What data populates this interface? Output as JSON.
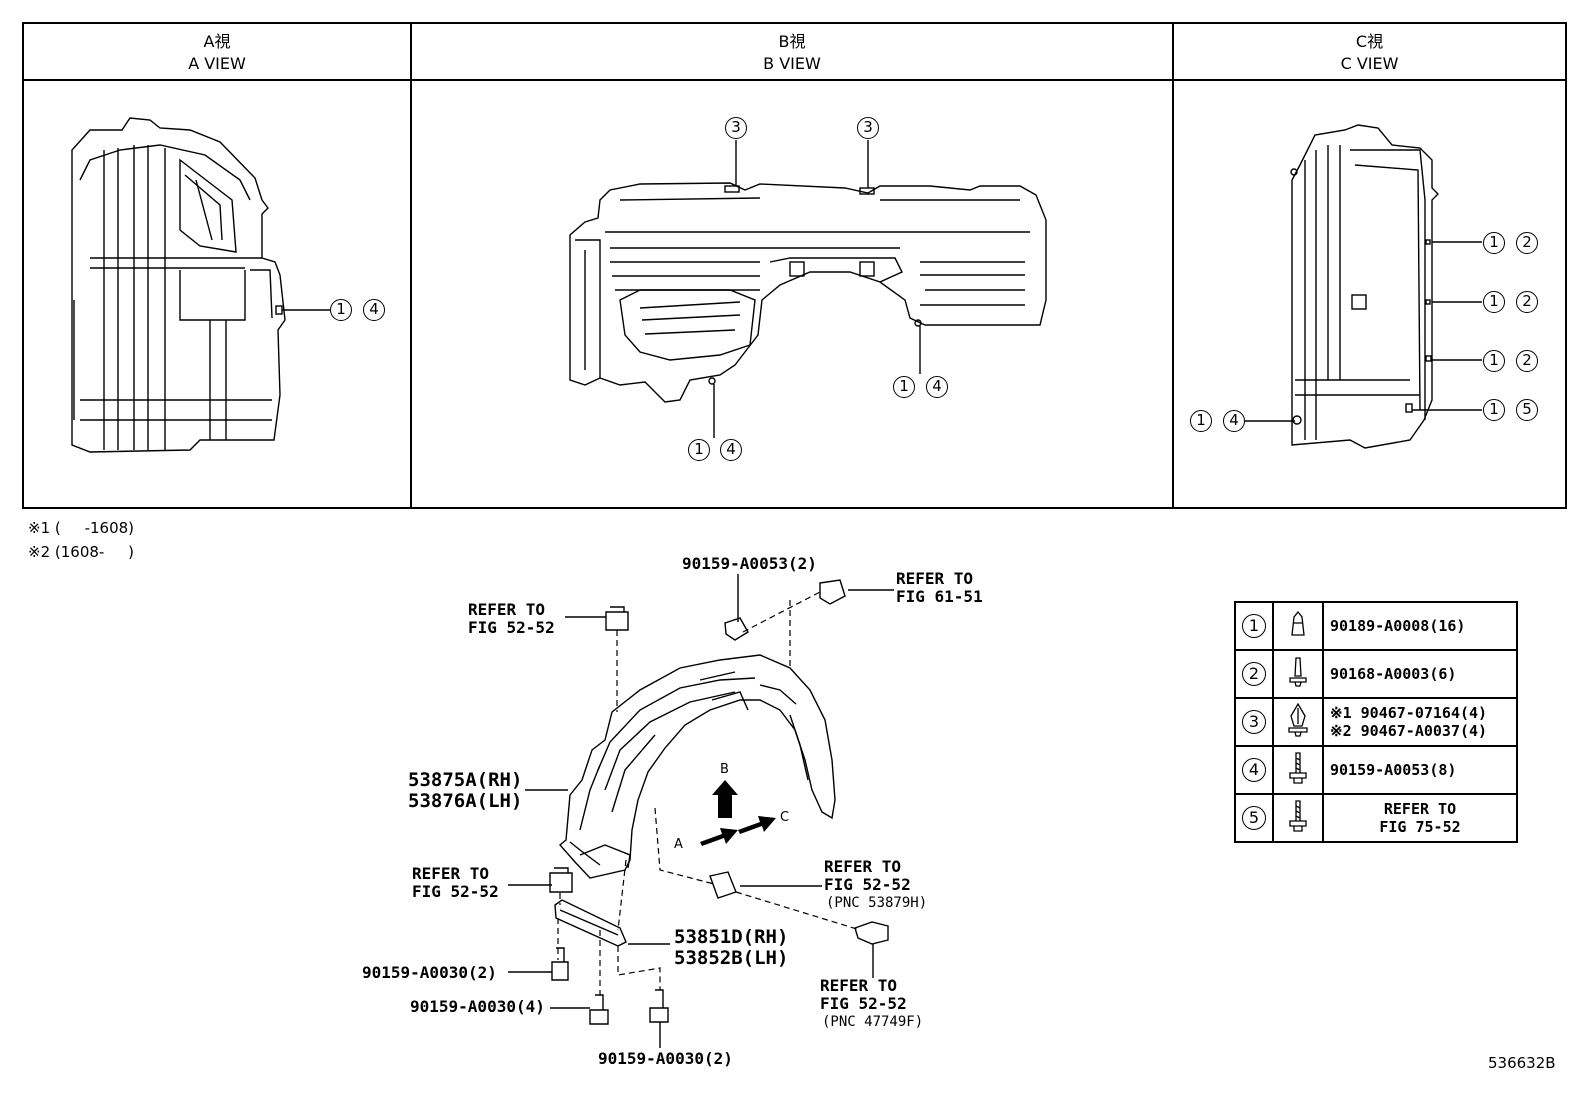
{
  "views": [
    {
      "jp": "A視",
      "en": "A VIEW"
    },
    {
      "jp": "B視",
      "en": "B VIEW"
    },
    {
      "jp": "C視",
      "en": "C VIEW"
    }
  ],
  "view_callouts": {
    "a": [
      "1",
      "4"
    ],
    "b_top1": "3",
    "b_top2": "3",
    "b_right": [
      "1",
      "4"
    ],
    "b_bottom": [
      "1",
      "4"
    ],
    "c_r1": [
      "1",
      "2"
    ],
    "c_r2": [
      "1",
      "2"
    ],
    "c_r3": [
      "1",
      "2"
    ],
    "c_r4": [
      "1",
      "5"
    ],
    "c_left": [
      "1",
      "4"
    ]
  },
  "notes": [
    "※1 (     -1608)",
    "※2 (1608-     )"
  ],
  "labels": {
    "bolt_top": "90159-A0053(2)",
    "refer_61_51": "REFER TO\nFIG 61-51",
    "refer_52_52_top": "REFER TO\nFIG 52-52",
    "liner": "53875A(RH)\n53876A(LH)",
    "refer_52_52_left": "REFER TO\nFIG 52-52",
    "refer_pnc_53879h": "REFER TO\nFIG 52-52",
    "pnc_53879h": "(PNC 53879H)",
    "seal": "53851D(RH)\n53852B(LH)",
    "refer_pnc_47749f": "REFER TO\nFIG 52-52",
    "pnc_47749f": "(PNC 47749F)",
    "bolt_a0030_2_left": "90159-A0030(2)",
    "bolt_a0030_4": "90159-A0030(4)",
    "bolt_a0030_2_bottom": "90159-A0030(2)",
    "arrow_a": "A",
    "arrow_b": "B",
    "arrow_c": "C",
    "figure_id": "536632B"
  },
  "legend": [
    {
      "num": "1",
      "icon": "clip-icon",
      "text": [
        "90189-A0008(16)"
      ]
    },
    {
      "num": "2",
      "icon": "screw-icon",
      "text": [
        "90168-A0003(6)"
      ]
    },
    {
      "num": "3",
      "icon": "push-clip-icon",
      "text": [
        "※1  90467-07164(4)",
        "※2  90467-A0037(4)"
      ]
    },
    {
      "num": "4",
      "icon": "bolt-icon",
      "text": [
        "90159-A0053(8)"
      ]
    },
    {
      "num": "5",
      "icon": "bolt-icon",
      "text": [
        "REFER TO",
        "FIG 75-52"
      ]
    }
  ]
}
